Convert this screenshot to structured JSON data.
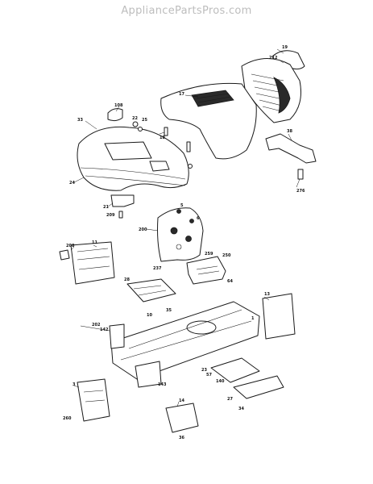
{
  "watermark": "AppliancePartsPros.com",
  "callouts": [
    {
      "id": "c19",
      "text": "19"
    },
    {
      "id": "c212",
      "text": "212"
    },
    {
      "id": "c17",
      "text": "17"
    },
    {
      "id": "c108",
      "text": "108"
    },
    {
      "id": "c22",
      "text": "22"
    },
    {
      "id": "c33",
      "text": "33"
    },
    {
      "id": "c25",
      "text": "25"
    },
    {
      "id": "c18",
      "text": "18"
    },
    {
      "id": "c38",
      "text": "38"
    },
    {
      "id": "c24",
      "text": "24"
    },
    {
      "id": "c276",
      "text": "276"
    },
    {
      "id": "c21",
      "text": "21"
    },
    {
      "id": "c209",
      "text": "209"
    },
    {
      "id": "c5",
      "text": "5"
    },
    {
      "id": "c6",
      "text": "6"
    },
    {
      "id": "c200",
      "text": "200"
    },
    {
      "id": "c208",
      "text": "208"
    },
    {
      "id": "c11",
      "text": "11"
    },
    {
      "id": "c259",
      "text": "259"
    },
    {
      "id": "c250",
      "text": "250"
    },
    {
      "id": "c237",
      "text": "237"
    },
    {
      "id": "c64",
      "text": "64"
    },
    {
      "id": "c28",
      "text": "28"
    },
    {
      "id": "c10",
      "text": "10"
    },
    {
      "id": "c13",
      "text": "13"
    },
    {
      "id": "c142",
      "text": "142"
    },
    {
      "id": "c143",
      "text": "143"
    },
    {
      "id": "c140",
      "text": "140"
    },
    {
      "id": "c57",
      "text": "57"
    },
    {
      "id": "c3",
      "text": "3"
    },
    {
      "id": "c260",
      "text": "260"
    },
    {
      "id": "c14",
      "text": "14"
    },
    {
      "id": "c36",
      "text": "36"
    },
    {
      "id": "c27",
      "text": "27"
    },
    {
      "id": "c34",
      "text": "34"
    },
    {
      "id": "c35",
      "text": "35"
    },
    {
      "id": "c23",
      "text": "23"
    },
    {
      "id": "c1",
      "text": "1"
    },
    {
      "id": "c202",
      "text": "202"
    }
  ]
}
